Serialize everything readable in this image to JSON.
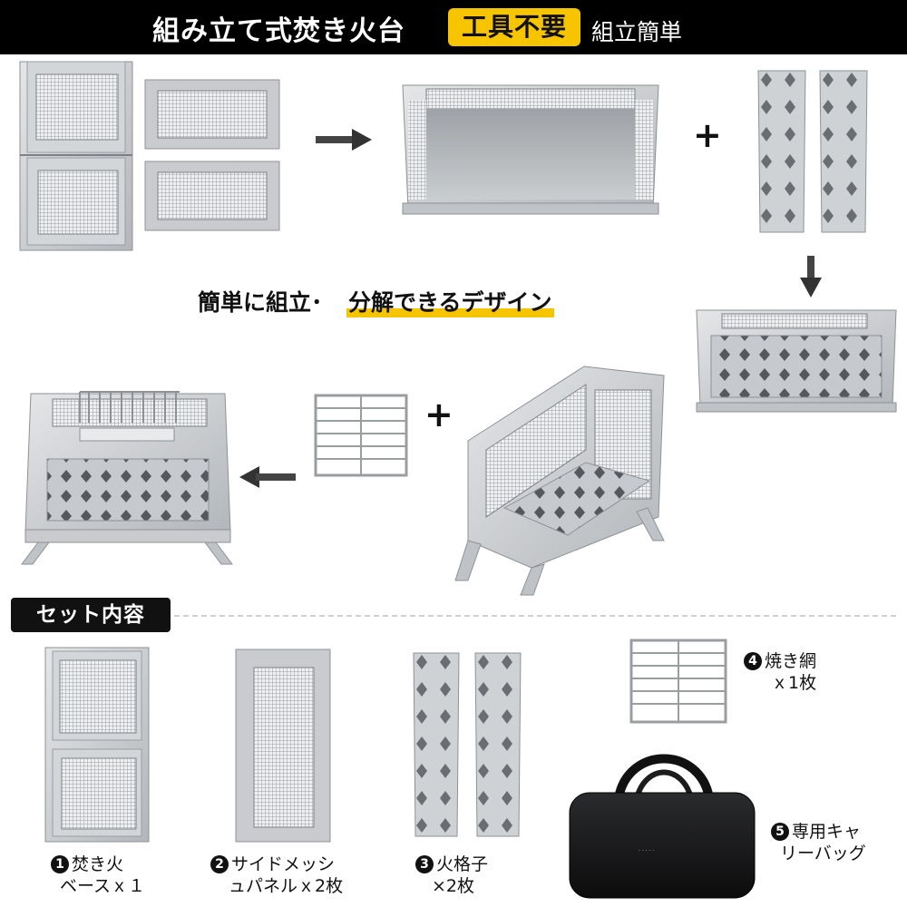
{
  "header": {
    "title": "組み立て式焚き火台",
    "badge": "工具不要",
    "subtitle": "組立簡単"
  },
  "caption": {
    "part1": "簡単に組立･",
    "part2": "分解できるデザイン"
  },
  "symbols": {
    "plus": "+"
  },
  "section": {
    "label": "セット内容"
  },
  "items": [
    {
      "num": "1",
      "line1": "焚き火",
      "line2": "ベースｘ１"
    },
    {
      "num": "2",
      "line1": "サイドメッシ",
      "line2": "ュパネルｘ2枚"
    },
    {
      "num": "3",
      "line1": "火格子",
      "line2": "×2枚"
    },
    {
      "num": "4",
      "line1": "焼き網",
      "line2": "ｘ1枚"
    },
    {
      "num": "5",
      "line1": "専用キャ",
      "line2": "リーバッグ"
    }
  ],
  "icons": [
    "arrow-right-icon",
    "arrow-down-icon",
    "arrow-left-icon",
    "plus-icon"
  ],
  "colors": {
    "accent": "#f7c400",
    "header_bg": "#000000",
    "steel": "#c9cbce",
    "steel_dark": "#8e9196"
  }
}
